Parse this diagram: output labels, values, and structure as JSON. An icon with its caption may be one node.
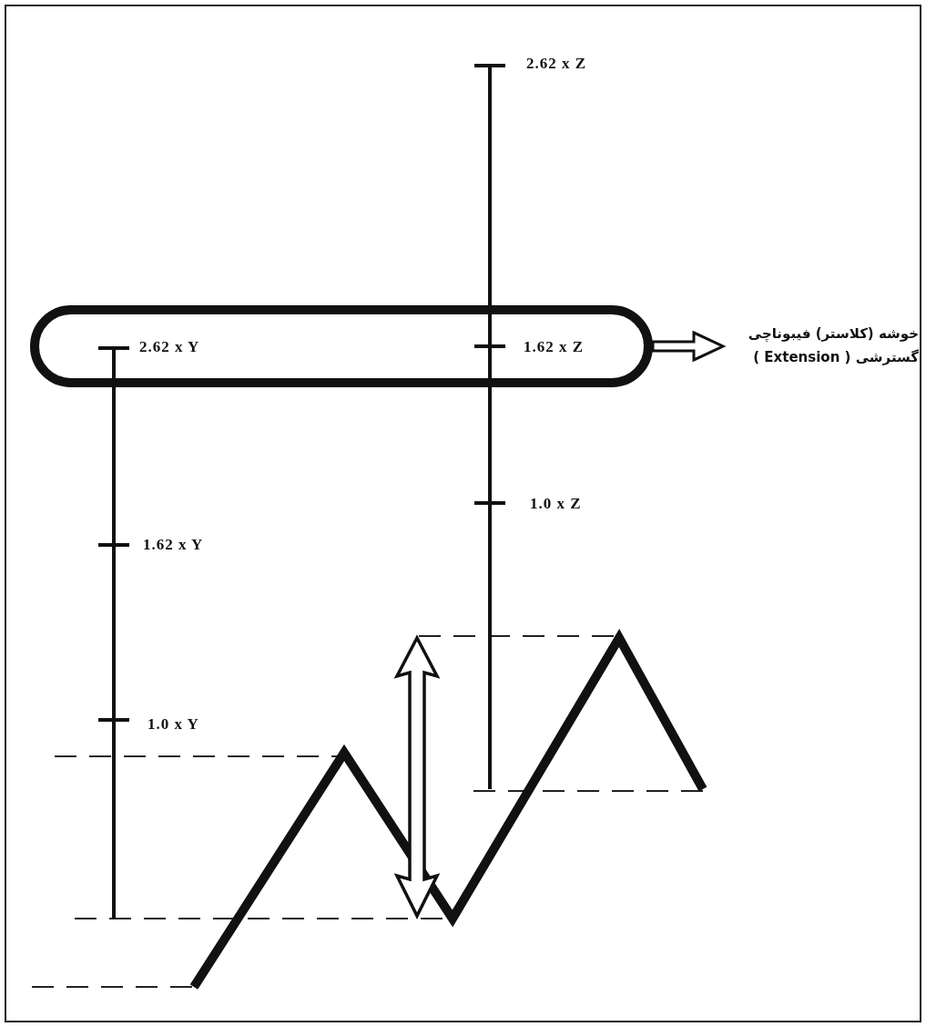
{
  "diagram": {
    "nodes": [
      {
        "text": [
          "2.62 x Y",
          "1.62 x Z"
        ]
      },
      {
        "text": [
          "خوشه (کلاستر) فیبوناچی گسترشی ( Extension )"
        ]
      }
    ],
    "edges": [
      {
        "from": 0,
        "to": 1,
        "arrow": "to"
      }
    ],
    "labels": [
      "2.62 x Z",
      "1.0 x Z",
      "1.62 x Y",
      "1.0 x Y"
    ]
  }
}
